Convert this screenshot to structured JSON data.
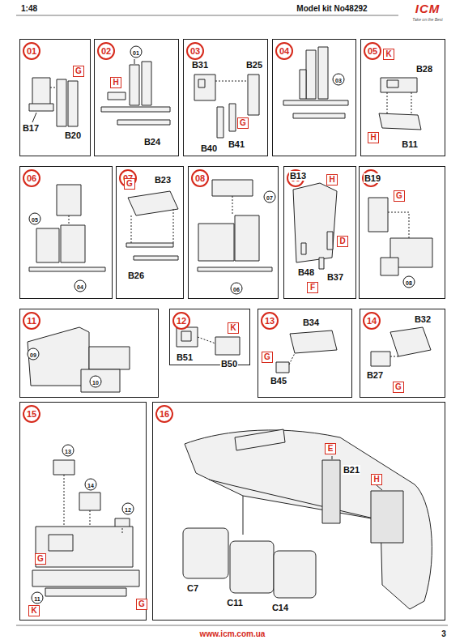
{
  "diagram": {
    "nodes": [
      {
        "text": [
          "01"
        ]
      },
      {
        "text": [
          "02"
        ]
      },
      {
        "text": [
          "03"
        ]
      },
      {
        "text": [
          "04"
        ]
      },
      {
        "text": [
          "05"
        ]
      },
      {
        "text": [
          "06"
        ]
      },
      {
        "text": [
          "07"
        ]
      },
      {
        "text": [
          "08"
        ]
      },
      {
        "text": [
          "09"
        ]
      },
      {
        "text": [
          "10"
        ]
      },
      {
        "text": [
          "11"
        ]
      },
      {
        "text": [
          "12"
        ]
      },
      {
        "text": [
          "13"
        ]
      },
      {
        "text": [
          "14"
        ]
      },
      {
        "text": [
          "15"
        ]
      },
      {
        "text": [
          "16"
        ]
      }
    ],
    "labels": [
      "1:48",
      "Model kit No48292",
      "ICM",
      "Take on the Best",
      "G",
      "B17",
      "B20",
      "01",
      "H",
      "B24",
      "B31",
      "B25",
      "G",
      "B40",
      "B41",
      "03",
      "K",
      "B28",
      "H",
      "B11",
      "05",
      "04",
      "G",
      "B23",
      "B26",
      "07",
      "06",
      "B13",
      "H",
      "D",
      "B48",
      "F",
      "B37",
      "B19",
      "G",
      "08",
      "09",
      "10",
      "B51",
      "K",
      "B50",
      "B34",
      "G",
      "B45",
      "B32",
      "B27",
      "G",
      "13",
      "14",
      "12",
      "G",
      "11",
      "K",
      "G",
      "E",
      "B21",
      "H",
      "C7",
      "C11",
      "C14",
      "www.icm.com.ua",
      "3"
    ]
  }
}
